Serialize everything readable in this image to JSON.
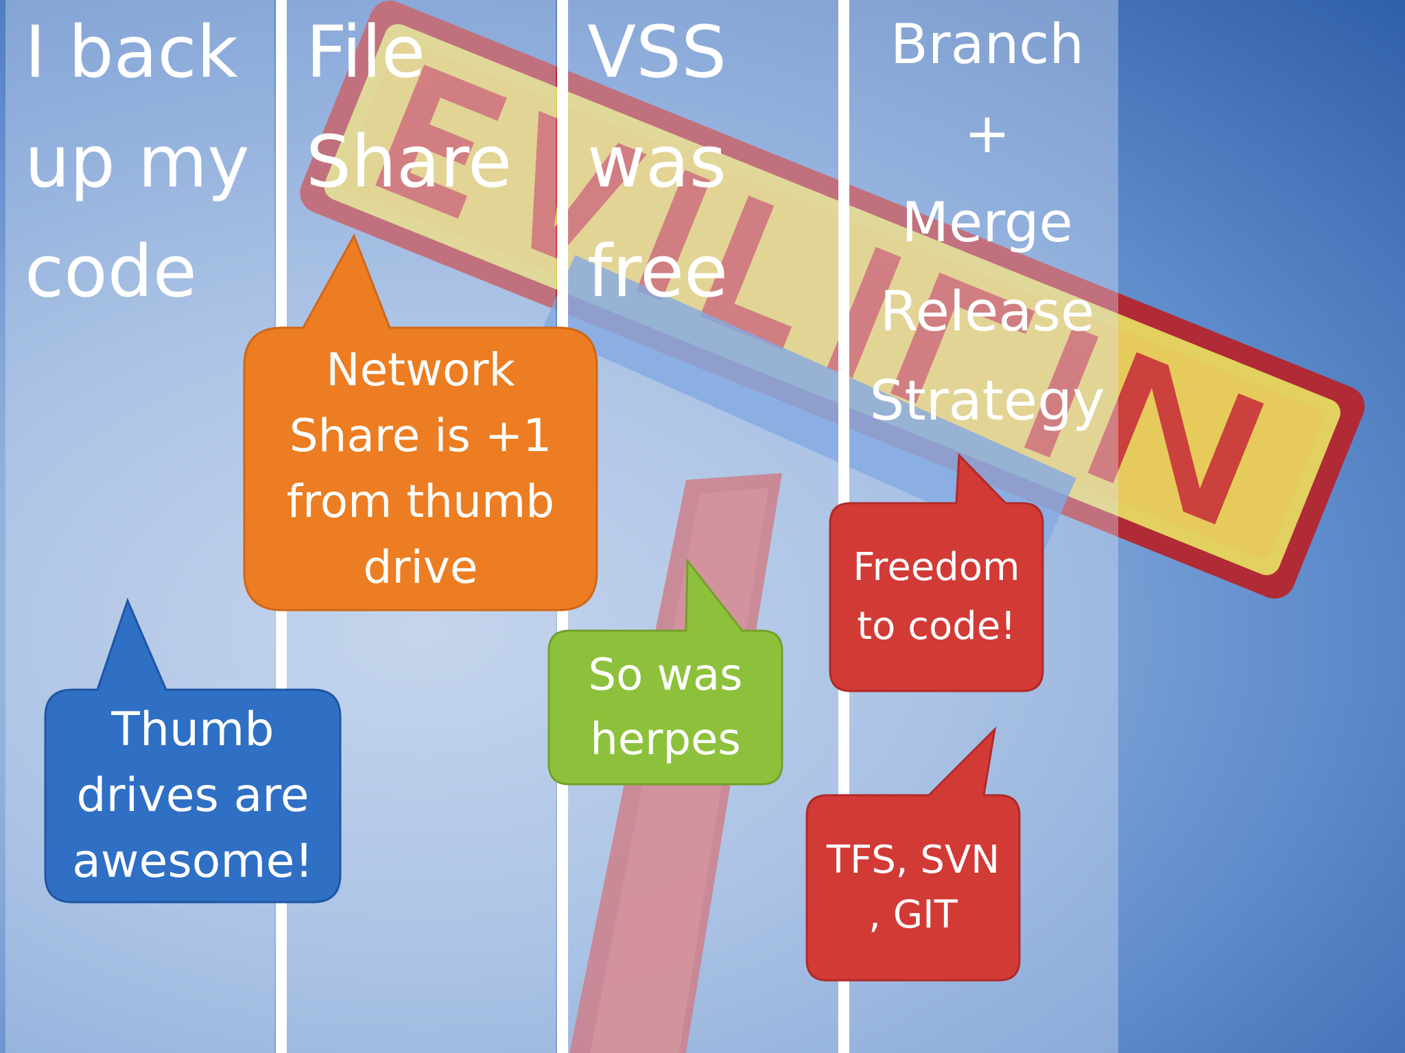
{
  "columns": [
    {
      "title": "I back\nup my\ncode"
    },
    {
      "title": "File\nShare"
    },
    {
      "title": "VSS\nwas\nfree"
    },
    {
      "title": "Branch\n+\nMerge\nRelease\nStrategy"
    }
  ],
  "callouts": {
    "thumb": {
      "text": "Thumb\ndrives are\nawesome!",
      "color": "#2f6fc4"
    },
    "network": {
      "text": "Network\nShare is +1\nfrom thumb\ndrive",
      "color": "#ec7d22"
    },
    "herpes": {
      "text": "So was\nherpes",
      "color": "#8dc13b"
    },
    "freedom": {
      "text": "Freedom\nto code!",
      "color": "#d23a36"
    },
    "tools": {
      "text": "TFS, SVN\n, GIT",
      "color": "#d23a36"
    }
  }
}
